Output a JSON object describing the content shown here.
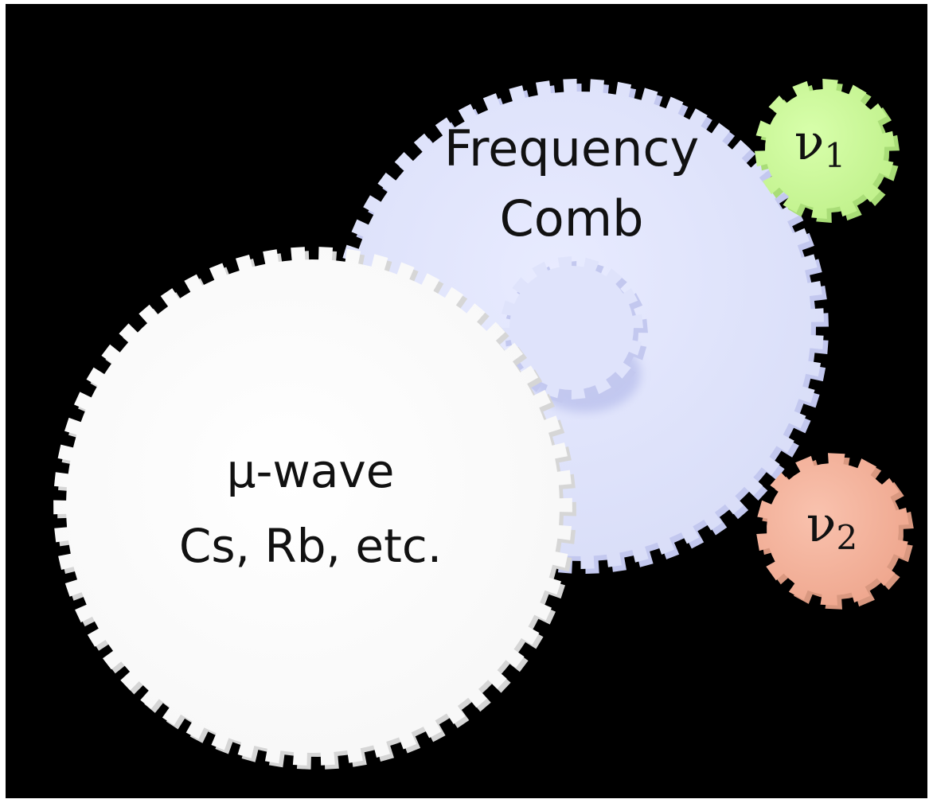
{
  "colors": {
    "background": "#000000",
    "comb_gear": "#dfe3fb",
    "comb_gear_edge": "#c3c8ef",
    "microwave_gear": "#ffffff",
    "microwave_gear_edge": "#d6d6d6",
    "nu1_gear": "#ccff99",
    "nu1_gear_edge": "#a9dd77",
    "nu2_gear": "#f7b6a0",
    "nu2_gear_edge": "#d99880"
  },
  "gears": {
    "comb": {
      "label_line1": "Frequency",
      "label_line2": "Comb"
    },
    "microwave": {
      "label_line1": "μ-wave",
      "label_line2": "Cs, Rb, etc."
    },
    "nu1": {
      "symbol": "ν",
      "subscript": "1"
    },
    "nu2": {
      "symbol": "ν",
      "subscript": "2"
    }
  }
}
